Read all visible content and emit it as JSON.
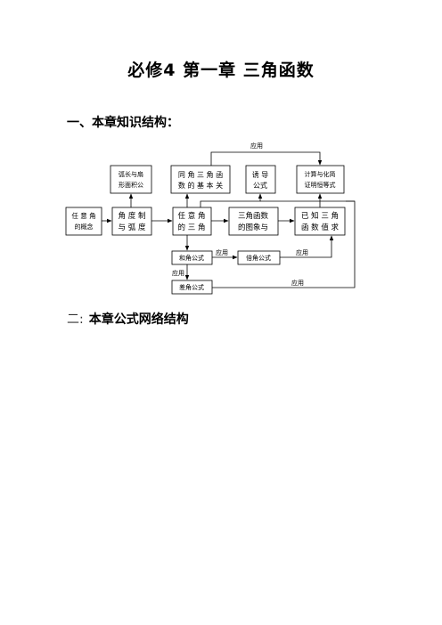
{
  "title": "必修4  第一章  三角函数",
  "section1": "一、本章知识结构：",
  "section2": {
    "num": "二:",
    "text": "本章公式网络结构"
  },
  "diagram": {
    "top_label": "应用",
    "boxes": {
      "arc_area": [
        "弧长与扇",
        "形面积公"
      ],
      "same_angle": [
        "同 角 三 角 函",
        "数 的 基 本 关"
      ],
      "induction": [
        "诱  导",
        "公式"
      ],
      "calc": [
        "计算与化简",
        "证明恒等式"
      ],
      "concept": [
        "任 意 角",
        "的概念"
      ],
      "radian": [
        "角 度 制",
        "与 弧 度"
      ],
      "trig_any": [
        "任 意 角",
        "的 三 角"
      ],
      "graph": [
        "三角函数",
        "的图象与"
      ],
      "known": [
        "已 知 三 角",
        "函 数 值 求"
      ],
      "sum": "和角公式",
      "double": "倍角公式",
      "diff": "差角公式"
    },
    "labels": {
      "sum_double": "应用",
      "double_right": "应用",
      "sum_diff": "应用",
      "diff_right": "应用"
    }
  }
}
